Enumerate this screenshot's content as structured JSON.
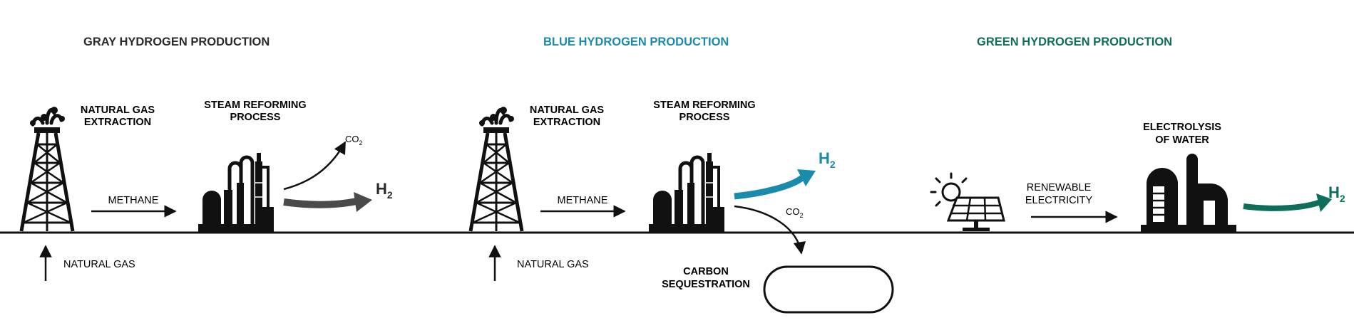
{
  "colors": {
    "gray": "#2b2b2b",
    "blue": "#1a8aad",
    "green": "#0d6e5c",
    "ink": "#111111"
  },
  "gray": {
    "title": "GRAY HYDROGEN PRODUCTION",
    "extraction_1": "NATURAL GAS",
    "extraction_2": "EXTRACTION",
    "reforming_1": "STEAM REFORMING",
    "reforming_2": "PROCESS",
    "methane": "METHANE",
    "natural_gas": "NATURAL GAS",
    "co2": "CO",
    "co2_sub": "2",
    "h2": "H",
    "h2_sub": "2"
  },
  "blue": {
    "title": "BLUE HYDROGEN PRODUCTION",
    "extraction_1": "NATURAL GAS",
    "extraction_2": "EXTRACTION",
    "reforming_1": "STEAM REFORMING",
    "reforming_2": "PROCESS",
    "methane": "METHANE",
    "natural_gas": "NATURAL GAS",
    "co2": "CO",
    "co2_sub": "2",
    "h2": "H",
    "h2_sub": "2",
    "sequestration_1": "CARBON",
    "sequestration_2": "SEQUESTRATION"
  },
  "green": {
    "title": "GREEN HYDROGEN PRODUCTION",
    "electrolysis_1": "ELECTROLYSIS",
    "electrolysis_2": "OF WATER",
    "electricity_1": "RENEWABLE",
    "electricity_2": "ELECTRICITY",
    "h2": "H",
    "h2_sub": "2"
  }
}
